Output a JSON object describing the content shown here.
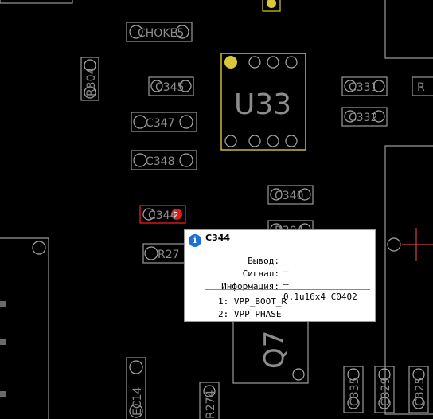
{
  "board": {
    "components": {
      "choke5": "CHOKE5",
      "r304": "R304",
      "c345": "C345",
      "c347": "C347",
      "c348": "C348",
      "u33": "U33",
      "c331": "C331",
      "c332": "C332",
      "c340": "C340",
      "c344": "C344",
      "r304b": "R304",
      "r27": "R27",
      "q7": "Q7",
      "ec14": "EC14",
      "r274": "R274",
      "c335": "C335",
      "c329": "C329",
      "c325": "C325",
      "r_edge": "R"
    },
    "selected_pin_number": "2",
    "colors": {
      "background": "#000000",
      "outline": "#9a9a9a",
      "selected": "#e01b1b",
      "chip_outline": "#d8c83a",
      "pin1_marker": "#d8c83a",
      "crosshair": "#d04040"
    }
  },
  "tooltip": {
    "icon": "info-icon",
    "title": "C344",
    "pin_label": "Вывод:",
    "pin_value": "—",
    "signal_label": "Сигнал:",
    "signal_value": "—",
    "info_label": "Информация:",
    "info_value": "0.1u16x4 C0402",
    "nets": [
      "1: VPP_BOOT_R",
      "2: VPP_PHASE"
    ]
  }
}
